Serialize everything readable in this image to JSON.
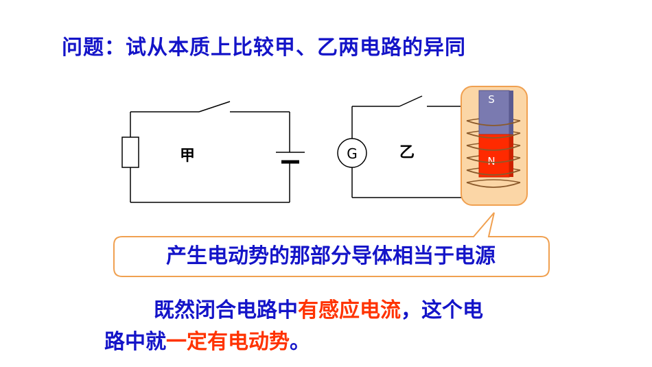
{
  "question": "问题：试从本质上比较甲、乙两电路的异同",
  "circuit_a": {
    "label": "甲"
  },
  "circuit_b": {
    "label": "乙",
    "galvanometer": "G",
    "magnet_top": "S",
    "magnet_bottom": "N"
  },
  "callout": "产生电动势的那部分导体相当于电源",
  "conclusion": {
    "line1_a": "既然闭合电路中",
    "line1_hl": "有感应电流",
    "line1_b": "，这个电",
    "line2_a": "路中就",
    "line2_hl": "一定有电动势",
    "line2_b": "。"
  },
  "colors": {
    "text": "#1414c8",
    "highlight": "#ff3300",
    "callout_border": "#f0a050",
    "coil": "#8b5a2b",
    "magnet_s": "#7a7ab0",
    "magnet_n": "#ff2a00"
  }
}
